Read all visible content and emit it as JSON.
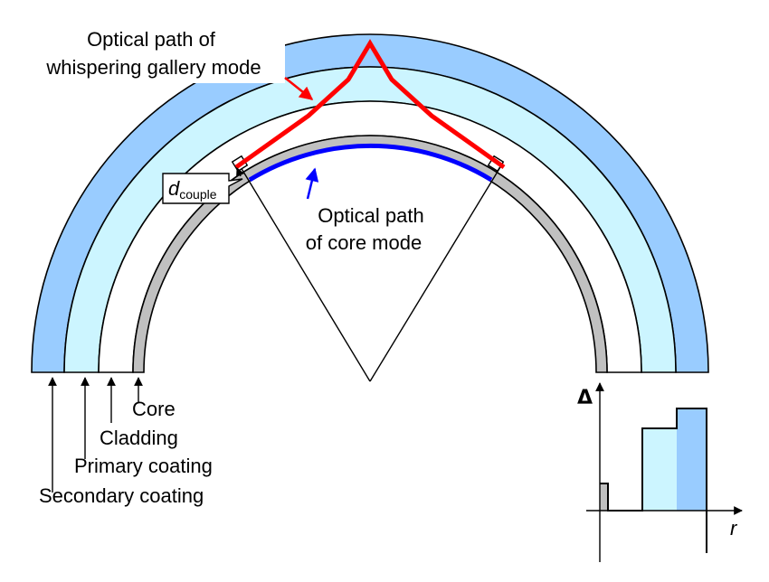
{
  "labels": {
    "wgm_line1": "Optical path of",
    "wgm_line2": "whispering gallery mode",
    "core_path_line1": "Optical path",
    "core_path_line2": "of core mode",
    "d_main": "d",
    "d_sub": "couple",
    "core": "Core",
    "cladding": "Cladding",
    "primary_coating": "Primary coating",
    "secondary_coating": "Secondary coating",
    "delta": "Δ",
    "r": "r"
  },
  "colors": {
    "secondary_coating": "#99ccff",
    "primary_coating": "#ccf5ff",
    "cladding": "#ffffff",
    "core": "#c0c0c0",
    "wgm_path": "#ff0000",
    "core_mode_path": "#0000ff",
    "outline": "#000000"
  }
}
